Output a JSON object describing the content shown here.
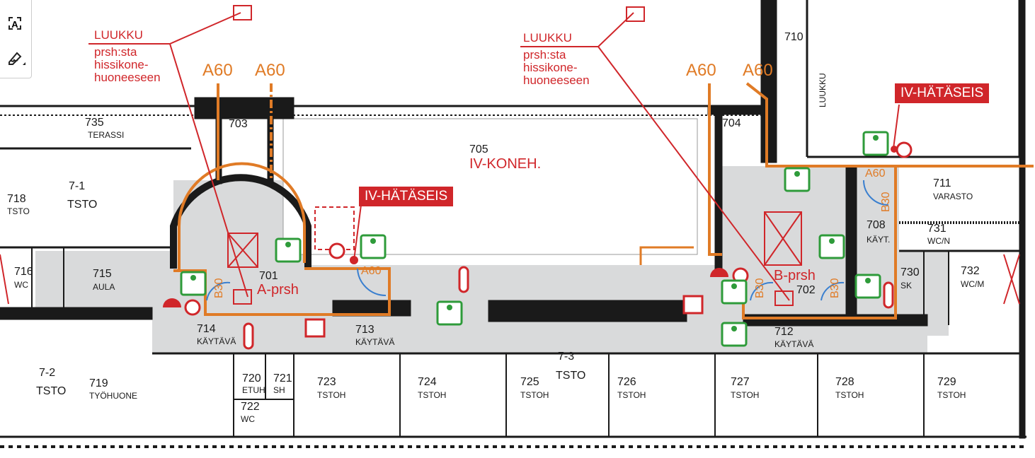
{
  "toolbar": {
    "tools": [
      {
        "name": "text-select-tool",
        "icon": "text-box-icon",
        "glyph": "A"
      },
      {
        "name": "draw-signature-tool",
        "icon": "pen-icon"
      }
    ]
  },
  "rooms": {
    "r735": {
      "num": "735",
      "name": "TERASSI"
    },
    "r718": {
      "num": "718",
      "name": "TSTO"
    },
    "r7_1": {
      "num": "7-1",
      "name": "TSTO"
    },
    "r703": {
      "num": "703"
    },
    "r705": {
      "num": "705",
      "name": "IV-KONEH."
    },
    "r704": {
      "num": "704"
    },
    "r710": {
      "num": "710"
    },
    "r711": {
      "num": "711",
      "name": "VARASTO"
    },
    "r708": {
      "num": "708",
      "name": "KÄYT."
    },
    "r731": {
      "num": "731",
      "name": "WC/N"
    },
    "r730": {
      "num": "730",
      "name": "SK"
    },
    "r732": {
      "num": "732",
      "name": "WC/M"
    },
    "r716": {
      "num": "716",
      "name": "WC"
    },
    "r715": {
      "num": "715",
      "name": "AULA"
    },
    "r701": {
      "num": "701",
      "name": "A-prsh"
    },
    "r702": {
      "num": "702",
      "name": "B-prsh"
    },
    "r714": {
      "num": "714",
      "name": "KÄYTÄVÄ"
    },
    "r713": {
      "num": "713",
      "name": "KÄYTÄVÄ"
    },
    "r712": {
      "num": "712",
      "name": "KÄYTÄVÄ"
    },
    "r7_2": {
      "num": "7-2",
      "name": "TSTO"
    },
    "r719": {
      "num": "719",
      "name": "TYÖHUONE"
    },
    "r720": {
      "num": "720",
      "name": "ETUH"
    },
    "r721": {
      "num": "721",
      "name": "SH"
    },
    "r722": {
      "num": "722",
      "name": "WC"
    },
    "r723": {
      "num": "723",
      "name": "TSTOH"
    },
    "r724": {
      "num": "724",
      "name": "TSTOH"
    },
    "r725": {
      "num": "725",
      "name": "TSTOH"
    },
    "r7_3": {
      "num": "7-3",
      "name": "TSTO"
    },
    "r726": {
      "num": "726",
      "name": "TSTOH"
    },
    "r727": {
      "num": "727",
      "name": "TSTOH"
    },
    "r728": {
      "num": "728",
      "name": "TSTOH"
    },
    "r729": {
      "num": "729",
      "name": "TSTOH"
    }
  },
  "annotations": {
    "luukku_left": {
      "title": "LUUKKU",
      "lines": [
        "prsh:sta",
        "hissikone-",
        "huoneeseen"
      ]
    },
    "luukku_right": {
      "title": "LUUKKU",
      "lines": [
        "prsh:sta",
        "hissikone-",
        "huoneeseen"
      ]
    },
    "luukku_vertical": "LUUKKU",
    "fire_class": {
      "a60": "A60",
      "b30": "B30"
    },
    "emergency_stop_left": "IV-HÄTÄSEIS",
    "emergency_stop_right": "IV-HÄTÄSEIS"
  },
  "colors": {
    "fire_line": "#e07b26",
    "annotation_red": "#d0262a",
    "exit_green": "#2e9b3a",
    "corridor_gray": "#d9dadb",
    "wall": "#1a1a1a"
  }
}
